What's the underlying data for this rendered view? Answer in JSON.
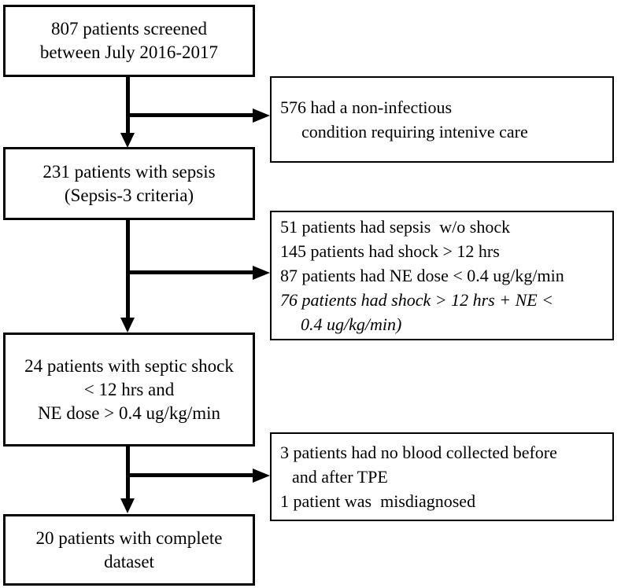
{
  "colors": {
    "background": "#ffffff",
    "box_border": "#000000",
    "text": "#000000",
    "arrow": "#000000"
  },
  "boxes": {
    "screened": {
      "line1": "807 patients screened",
      "line2": "between July 2016-2017"
    },
    "sepsis": {
      "line1": "231 patients with sepsis",
      "line2": "(Sepsis-3 criteria)"
    },
    "septic_shock": {
      "line1": "24 patients with septic shock",
      "line2": "< 12 hrs and",
      "line3": "NE dose > 0.4 ug/kg/min"
    },
    "complete": {
      "line1": "20 patients with complete",
      "line2": "dataset"
    },
    "excluded_noninfectious": {
      "line1": "576 had a non-infectious",
      "line2": "condition requiring intenive care"
    },
    "excluded_criteria": {
      "line1": "51 patients had sepsis  w/o shock",
      "line2": "145 patients had shock > 12 hrs",
      "line3": "87 patients had NE dose < 0.4 ug/kg/min",
      "line4": "76 patients had shock > 12 hrs + NE <",
      "line5": "0.4 ug/kg/min)"
    },
    "excluded_tpe": {
      "line1": "3 patients had no blood collected before",
      "line2": "and after TPE",
      "line3": "1 patient was  misdiagnosed"
    }
  }
}
